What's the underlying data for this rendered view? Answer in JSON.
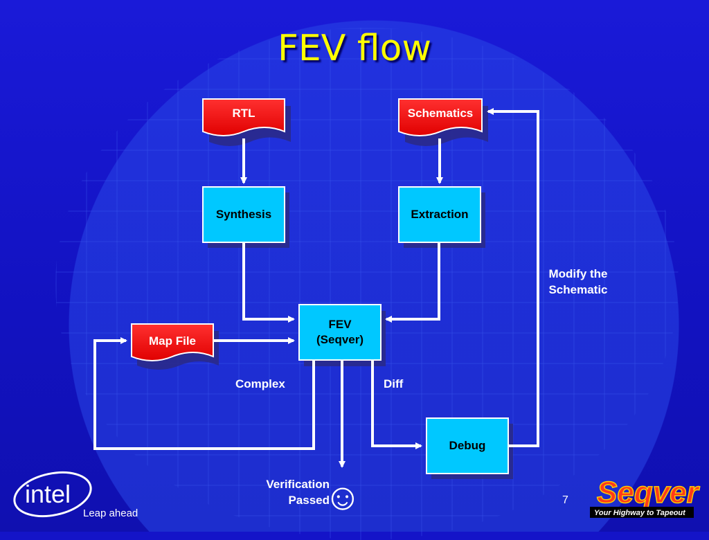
{
  "title": "FEV flow",
  "nodes": {
    "rtl": "RTL",
    "schematics": "Schematics",
    "synthesis": "Synthesis",
    "extraction": "Extraction",
    "fev_line1": "FEV",
    "fev_line2": "(Seqver)",
    "map_file": "Map File",
    "debug": "Debug"
  },
  "edge_labels": {
    "modify_line1": "Modify the",
    "modify_line2": "Schematic",
    "complex": "Complex",
    "diff": "Diff",
    "verification_line1": "Verification",
    "verification_line2": "Passed"
  },
  "smiley": "☺",
  "page_number": "7",
  "logos": {
    "intel_word": "intel",
    "intel_tagline": "Leap ahead",
    "seqver_word": "Seqver",
    "seqver_tagline": "Your Highway to Tapeout"
  },
  "colors": {
    "background": "#1414c8",
    "title": "#ffff00",
    "process_box": "#00c8ff",
    "document_box": "#ff0000",
    "arrows": "#ffffff"
  }
}
